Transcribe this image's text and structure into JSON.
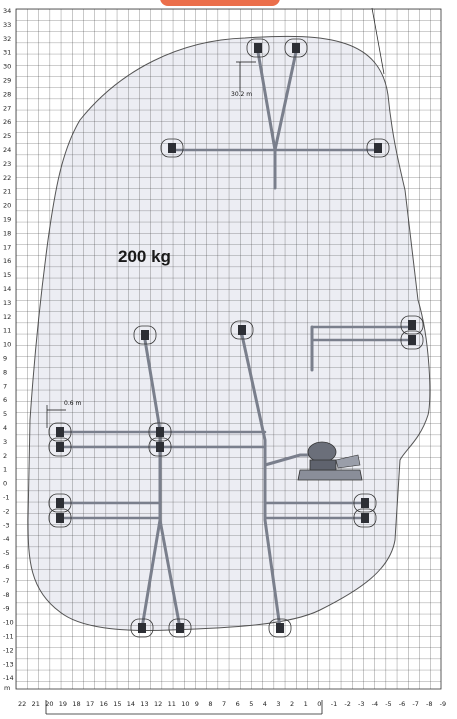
{
  "load_label": "200 kg",
  "dimensions": {
    "max_height": "30.2 m",
    "side_offset": "0.6 m"
  },
  "axes": {
    "unit": "m",
    "y_ticks": [
      "34",
      "33",
      "32",
      "31",
      "30",
      "29",
      "28",
      "27",
      "26",
      "25",
      "24",
      "23",
      "22",
      "21",
      "20",
      "19",
      "18",
      "17",
      "16",
      "15",
      "14",
      "13",
      "12",
      "11",
      "10",
      "9",
      "8",
      "7",
      "6",
      "5",
      "4",
      "3",
      "2",
      "1",
      "0",
      "-1",
      "-2",
      "-3",
      "-4",
      "-5",
      "-6",
      "-7",
      "-8",
      "-9",
      "-10",
      "-11",
      "-12",
      "-13",
      "-14"
    ],
    "x_ticks": [
      "22",
      "21",
      "20",
      "19",
      "18",
      "17",
      "16",
      "15",
      "14",
      "13",
      "12",
      "11",
      "10",
      "9",
      "8",
      "7",
      "6",
      "5",
      "4",
      "3",
      "2",
      "1",
      "0",
      "-1",
      "-2",
      "-3",
      "-4",
      "-5",
      "-6",
      "-7",
      "-8",
      "-9"
    ]
  },
  "colors": {
    "envelope_fill": "#ecedf3",
    "grid": "#3a3a3a",
    "boom": "#7a7f8c",
    "accent": "#e8552a"
  }
}
